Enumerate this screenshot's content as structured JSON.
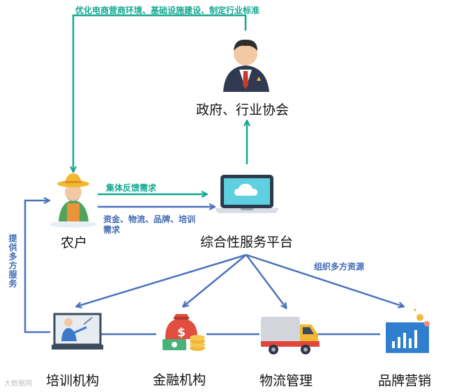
{
  "nodes": {
    "government": "政府、行业协会",
    "farmer": "农户",
    "platform": "综合性服务平台",
    "training": "培训机构",
    "finance": "金融机构",
    "logistics": "物流管理",
    "brand": "品牌营销"
  },
  "edges": {
    "top_loop": "优化电商营商环境、基础设施建设、制定行业标准",
    "feedback": "集体反馈需求",
    "needs_line1": "资金、物流、品牌、培训",
    "needs_line2": "需求",
    "services": "提供多方服务",
    "organize": "组织多方资源"
  },
  "watermark": "大数据网",
  "colors": {
    "green_arrow": "#14a890",
    "blue_arrow": "#4a72bd",
    "text": "#111111"
  },
  "icons": [
    "government-official-icon",
    "farmer-icon",
    "laptop-cloud-icon",
    "teacher-board-icon",
    "money-bag-icon",
    "truck-icon",
    "chart-board-icon"
  ]
}
